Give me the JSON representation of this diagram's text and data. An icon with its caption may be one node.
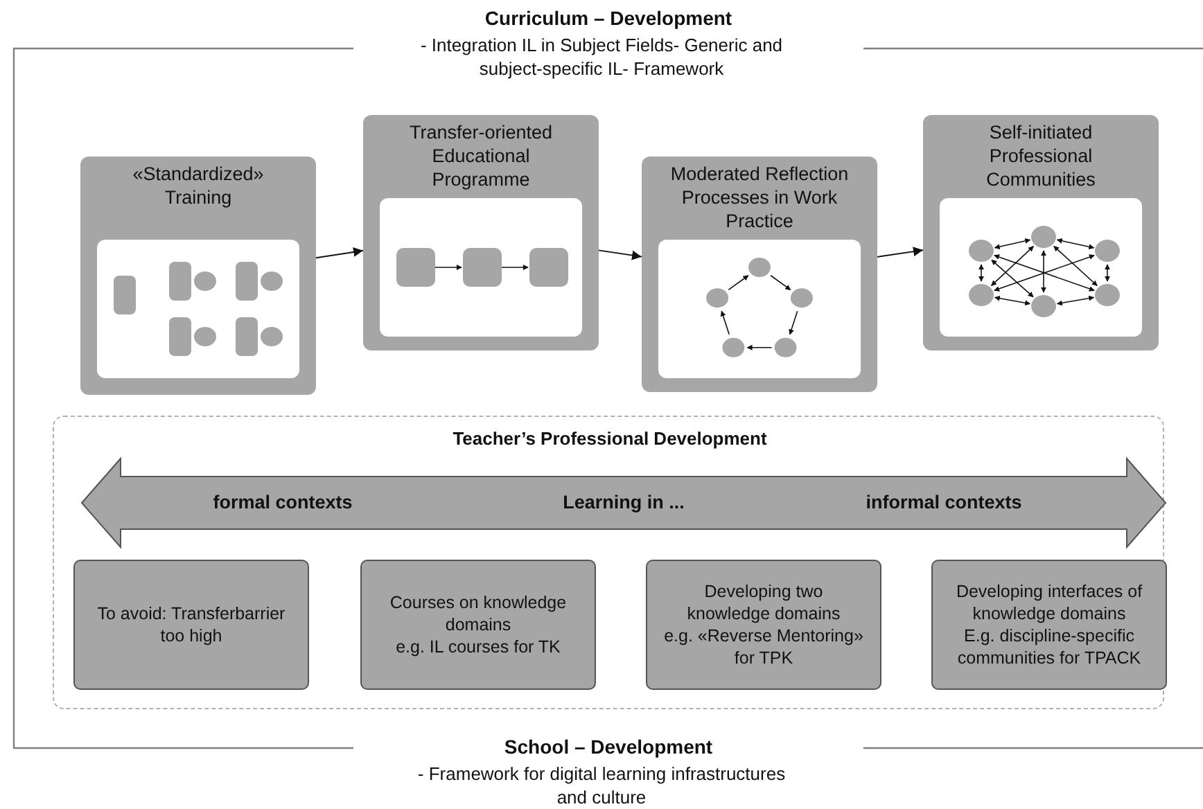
{
  "diagram": {
    "nodes": [
      {
        "text": [
          "«Standardized» Training"
        ]
      },
      {
        "text": [
          "Transfer-oriented Educational Programme"
        ]
      },
      {
        "text": [
          "Moderated Reflection Processes in Work Practice"
        ]
      },
      {
        "text": [
          "Self-initiated Professional Communities"
        ]
      },
      {
        "text": [
          "Teacher’s Professional Development"
        ]
      },
      {
        "text": [
          "formal contexts",
          "Learning in ...",
          "informal contexts"
        ],
        "in": 4
      },
      {
        "text": [
          "To avoid: Transferbarrier too high"
        ],
        "in": 4
      },
      {
        "text": [
          "Courses on knowledge domains",
          "e.g. IL courses for TK"
        ],
        "in": 4
      },
      {
        "text": [
          "Developing two knowledge domains",
          "e.g. «Reverse Mentoring» for TPK"
        ],
        "in": 4
      },
      {
        "text": [
          "Developing interfaces of knowledge domains",
          "E.g. discipline-specific communities for TPACK"
        ],
        "in": 4
      }
    ],
    "edges": [
      {
        "from": 0,
        "to": 1,
        "arrow": "to"
      },
      {
        "from": 1,
        "to": 2,
        "arrow": "to"
      },
      {
        "from": 2,
        "to": 3,
        "arrow": "to"
      }
    ],
    "labels": [
      "Curriculum – Development",
      "- Integration IL in Subject Fields- Generic and subject-specific IL- Framework",
      "School – Development",
      "- Framework for digital learning infrastructures and culture"
    ]
  }
}
